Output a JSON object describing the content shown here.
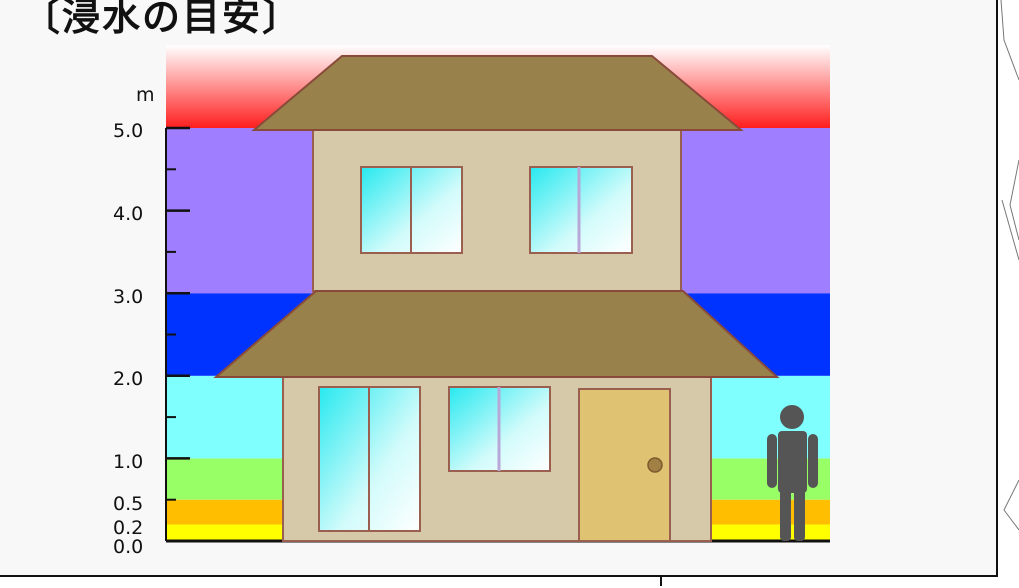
{
  "title": "〔浸水の目安〕",
  "axis": {
    "unit": "m",
    "tick_labels": [
      "5.0",
      "4.0",
      "3.0",
      "2.0",
      "1.0",
      "0.5",
      "0.2",
      "0.0"
    ]
  },
  "depth_bands": [
    {
      "from": 0.0,
      "to": 0.2,
      "color": "#ffff00"
    },
    {
      "from": 0.2,
      "to": 0.5,
      "color": "#ffbf00"
    },
    {
      "from": 0.5,
      "to": 1.0,
      "color": "#99ff66"
    },
    {
      "from": 1.0,
      "to": 2.0,
      "color": "#80ffff"
    },
    {
      "from": 2.0,
      "to": 3.0,
      "color": "#0033ff"
    },
    {
      "from": 3.0,
      "to": 5.0,
      "color": "#9f7fff"
    },
    {
      "from": 5.0,
      "to": 6.0,
      "color": "#ff2020"
    }
  ],
  "colors": {
    "roof": "#98814a",
    "wall": "#d6c9aa",
    "door": "#dfc272",
    "person": "#555555",
    "outline": "#8a4a3a"
  }
}
